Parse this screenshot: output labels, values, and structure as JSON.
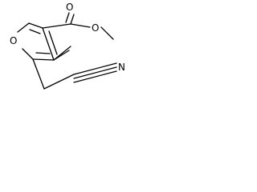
{
  "molecule": {
    "atoms": {
      "ring_oxygen": "O",
      "carbonyl_oxygen": "O",
      "ester_oxygen": "O",
      "nitrile_nitrogen": "N"
    }
  },
  "colors": {
    "line": "#000000",
    "background": "#ffffff"
  }
}
